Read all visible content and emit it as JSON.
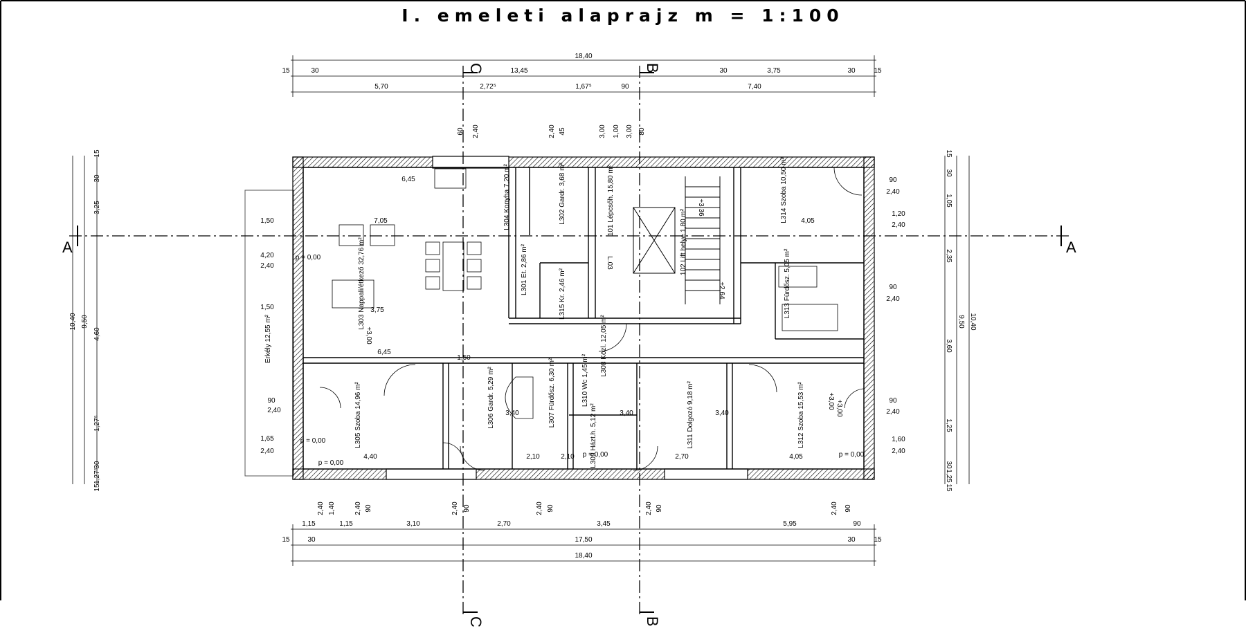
{
  "title": "I. emeleti alaprajz m = 1:100",
  "axes": {
    "a": "A",
    "b": "B",
    "c": "C"
  },
  "dimensions": {
    "top_row1": [
      "18,40"
    ],
    "top_row2": [
      "15",
      "30",
      "13,45",
      "30",
      "3,75",
      "30",
      "15"
    ],
    "top_row3": [
      "5,70",
      "2,72⁵",
      "1,67⁵",
      "90",
      "7,40"
    ],
    "bottom_row1": [
      "1,15",
      "1,15",
      "3,10",
      "2,70",
      "3,45",
      "5,95",
      "90"
    ],
    "bottom_row2": [
      "15",
      "30",
      "17,50",
      "30",
      "15"
    ],
    "bottom_row3": [
      "18,40"
    ],
    "left_outer": [
      "10,40"
    ],
    "left_mid": [
      "9,50"
    ],
    "left_inner": [
      "15",
      "30",
      "3,25",
      "4,60",
      "1,27⁵",
      "30",
      "1,27⁵",
      "15"
    ],
    "right_outer": [
      "10,40"
    ],
    "right_mid": [
      "9,50"
    ],
    "right_inner": [
      "15",
      "30",
      "1,05",
      "2,35",
      "3,60",
      "1,25",
      "30",
      "1,25",
      "15"
    ],
    "window_left": [
      "1,50",
      "4,20",
      "2,40",
      "1,50",
      "90",
      "2,40",
      "1,65",
      "2,40"
    ],
    "window_right": [
      "90",
      "2,40",
      "1,20",
      "2,40",
      "90",
      "2,40",
      "90",
      "2,40",
      "1,60",
      "2,40"
    ],
    "openings_top": [
      "2,40",
      "60",
      "2,40",
      "45",
      "3,00",
      "1,00",
      "3,00",
      "80"
    ],
    "openings_bottom": [
      "2,40",
      "1,40",
      "2,40",
      "90",
      "2,40",
      "90",
      "2,40",
      "90",
      "2,40",
      "90",
      "2,40",
      "90"
    ]
  },
  "rooms": [
    {
      "code": "L303",
      "name": "Nappali/étkező",
      "area": "32,76 m²"
    },
    {
      "code": "L304",
      "name": "Konyha",
      "area": "7,20 m²"
    },
    {
      "code": "L302",
      "name": "Gardr.",
      "area": "3,68 m²"
    },
    {
      "code": "101",
      "name": "Lépcsőh.",
      "area": "15,80 m²"
    },
    {
      "code": "102",
      "name": "Lift helye",
      "area": "1,80 m²"
    },
    {
      "code": "L301",
      "name": "Et.",
      "area": "2,86 m²"
    },
    {
      "code": "L315",
      "name": "Kr.",
      "area": "2,46 m²"
    },
    {
      "code": "L314",
      "name": "Szoba",
      "area": "10,50 m²"
    },
    {
      "code": "L313",
      "name": "Fürdősz.",
      "area": "5,05 m²"
    },
    {
      "code": "L308",
      "name": "Közl.",
      "area": "12,05 m²"
    },
    {
      "code": "L305",
      "name": "Szoba",
      "area": "14,96 m²"
    },
    {
      "code": "L306",
      "name": "Gardr.",
      "area": "5,29 m²"
    },
    {
      "code": "L307",
      "name": "Fürdősz.",
      "area": "6,30 m²"
    },
    {
      "code": "L310",
      "name": "Wc",
      "area": "1,45 m²"
    },
    {
      "code": "L309",
      "name": "Házt.h.",
      "area": "5,12 m²"
    },
    {
      "code": "L311",
      "name": "Dolgozó",
      "area": "9,18 m²"
    },
    {
      "code": "L312",
      "name": "Szoba",
      "area": "15,53 m²"
    },
    {
      "code": "",
      "name": "Erkély",
      "area": "12,55 m²"
    }
  ],
  "levels": [
    "+3,00",
    "+3,00",
    "+3,00",
    "+3,36",
    "+2,64",
    "p = 0,00",
    "p = 0,00",
    "p = 0,00",
    "p = 0,00",
    "p = 0,00"
  ],
  "other_marks": [
    "L.03",
    "6,45",
    "6,45",
    "7,05",
    "3,75",
    "4,05",
    "4,05",
    "4,40",
    "2,70",
    "2,10",
    "2,10",
    "1,50",
    "3,40",
    "3,40",
    "3,40"
  ]
}
